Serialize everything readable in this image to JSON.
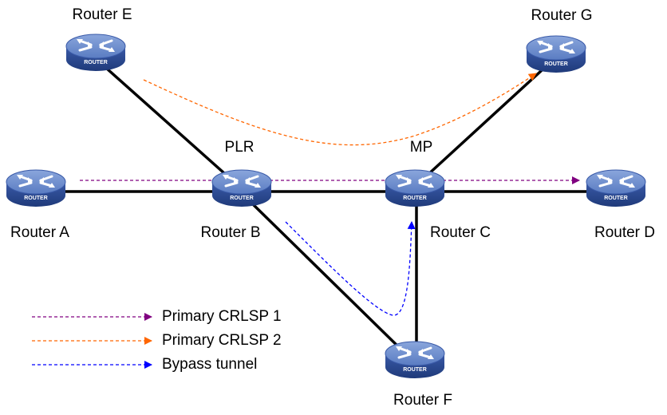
{
  "routers": {
    "a": {
      "name": "Router A",
      "badge": "ROUTER"
    },
    "b": {
      "name": "Router B",
      "role": "PLR",
      "badge": "ROUTER"
    },
    "c": {
      "name": "Router C",
      "role": "MP",
      "badge": "ROUTER"
    },
    "d": {
      "name": "Router D",
      "badge": "ROUTER"
    },
    "e": {
      "name": "Router E",
      "badge": "ROUTER"
    },
    "f": {
      "name": "Router F",
      "badge": "ROUTER"
    },
    "g": {
      "name": "Router G",
      "badge": "ROUTER"
    }
  },
  "legend": {
    "primary1": "Primary CRLSP 1",
    "primary2": "Primary CRLSP 2",
    "bypass": "Bypass tunnel"
  },
  "colors": {
    "link": "#000000",
    "primary1": "#800080",
    "primary2": "#ff6600",
    "bypass": "#0000ff",
    "router_top": "#6f8fce",
    "router_side": "#2f4f9a"
  }
}
